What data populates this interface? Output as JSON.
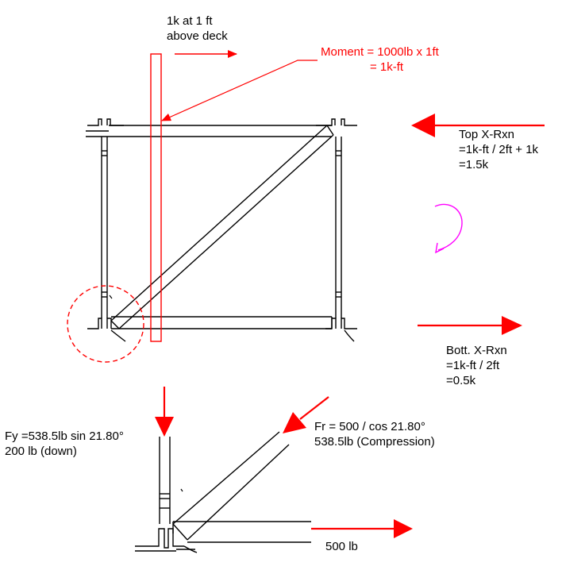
{
  "colors": {
    "force": "#ff0000",
    "structure": "#000000",
    "rotation": "#ff00ff",
    "background": "#ffffff"
  },
  "labels": {
    "applied_load": [
      "1k at 1 ft",
      "above deck"
    ],
    "moment": [
      "Moment = 1000lb x 1ft",
      "= 1k-ft"
    ],
    "top_reaction": [
      "Top X-Rxn",
      "=1k-ft / 2ft + 1k",
      "=1.5k"
    ],
    "bottom_reaction": [
      "Bott. X-Rxn",
      "=1k-ft / 2ft",
      "=0.5k"
    ],
    "fy": [
      "Fy =538.5lb sin 21.80°",
      "200 lb (down)"
    ],
    "fr": [
      "Fr = 500 / cos 21.80°",
      "538.5lb (Compression)"
    ],
    "horizontal_force": "500 lb"
  },
  "icons": [
    "force-arrow-icon",
    "rotation-arrow-icon",
    "detail-circle-icon"
  ]
}
